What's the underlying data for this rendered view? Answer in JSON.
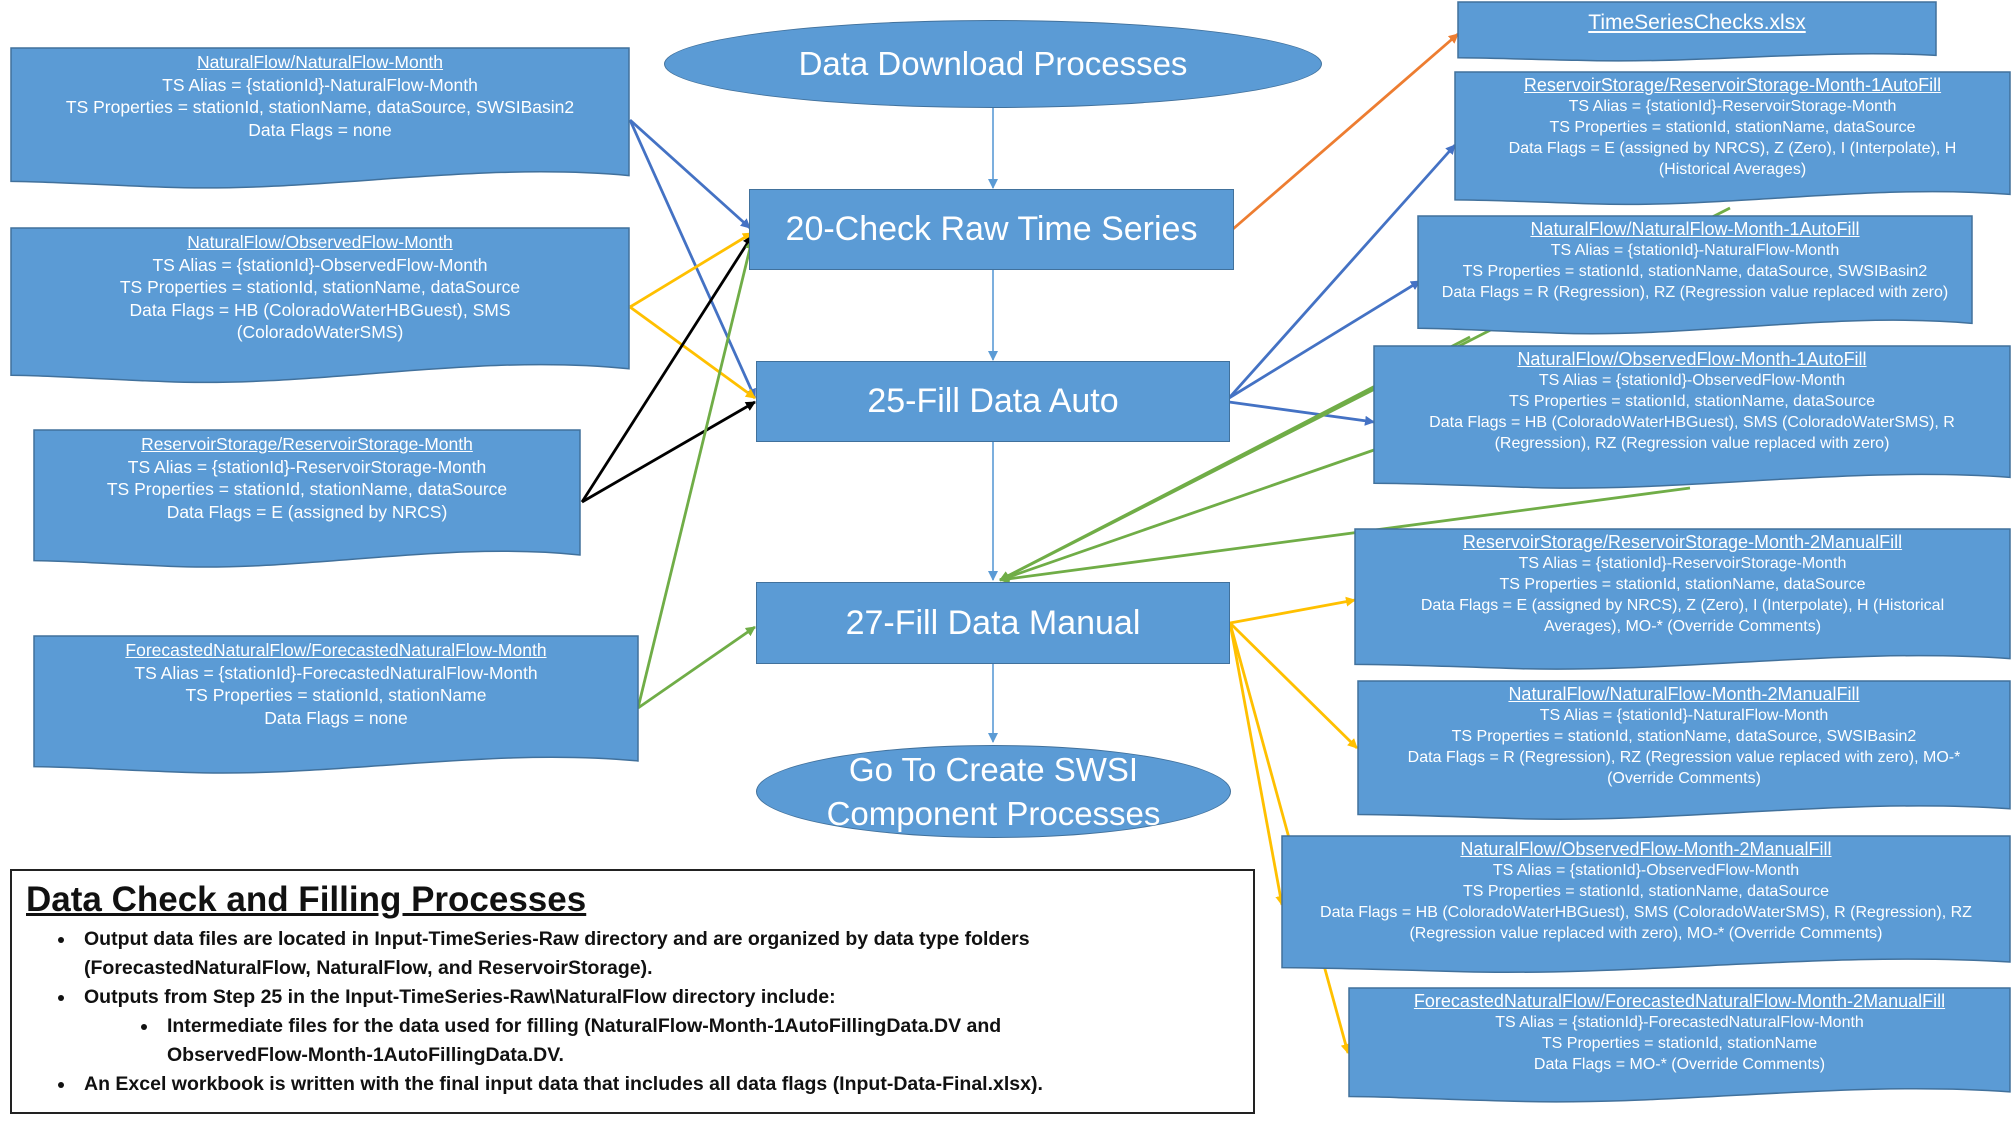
{
  "colors": {
    "box_fill": "#5b9bd5",
    "box_stroke": "#41719c",
    "blue": "#4472c4",
    "gold": "#ffc000",
    "black": "#000000",
    "green": "#70ad47",
    "orange": "#ed7d31"
  },
  "processes": {
    "start": "Data Download Processes",
    "check": "20-Check Raw Time Series",
    "auto": "25-Fill Data Auto",
    "manual": "27-Fill Data Manual",
    "end_line1": "Go To Create SWSI",
    "end_line2": "Component Processes"
  },
  "inputs": {
    "nat": {
      "title": "NaturalFlow/NaturalFlow-Month",
      "alias": "TS Alias = {stationId}-NaturalFlow-Month",
      "props": "TS Properties = stationId, stationName, dataSource, SWSIBasin2",
      "flags": "Data Flags = none"
    },
    "obs": {
      "title": "NaturalFlow/ObservedFlow-Month",
      "alias": "TS Alias = {stationId}-ObservedFlow-Month",
      "props": "TS Properties = stationId, stationName, dataSource",
      "flags": "Data Flags = HB (ColoradoWaterHBGuest), SMS",
      "flags2": "(ColoradoWaterSMS)"
    },
    "res": {
      "title": "ReservoirStorage/ReservoirStorage-Month",
      "alias": "TS Alias = {stationId}-ReservoirStorage-Month",
      "props": "TS Properties = stationId, stationName, dataSource",
      "flags": "Data Flags = E (assigned by NRCS)"
    },
    "fc": {
      "title": "ForecastedNaturalFlow/ForecastedNaturalFlow-Month",
      "alias": "TS Alias = {stationId}-ForecastedNaturalFlow-Month",
      "props": "TS Properties = stationId, stationName",
      "flags": "Data Flags = none"
    }
  },
  "outputs": {
    "checks": {
      "title": "TimeSeriesChecks.xlsx"
    },
    "res_auto": {
      "title": "ReservoirStorage/ReservoirStorage-Month-1AutoFill",
      "alias": "TS Alias = {stationId}-ReservoirStorage-Month",
      "props": "TS Properties = stationId, stationName, dataSource",
      "flags": "Data Flags = E (assigned by NRCS), Z (Zero), I (Interpolate), H",
      "flags2": "(Historical Averages)"
    },
    "nat_auto": {
      "title": "NaturalFlow/NaturalFlow-Month-1AutoFill",
      "alias": "TS Alias = {stationId}-NaturalFlow-Month",
      "props": "TS Properties = stationId, stationName, dataSource, SWSIBasin2",
      "flags": "Data Flags = R (Regression), RZ (Regression value replaced with zero)"
    },
    "obs_auto": {
      "title": "NaturalFlow/ObservedFlow-Month-1AutoFill",
      "alias": "TS Alias = {stationId}-ObservedFlow-Month",
      "props": "TS Properties = stationId, stationName, dataSource",
      "flags": "Data Flags = HB (ColoradoWaterHBGuest), SMS (ColoradoWaterSMS), R",
      "flags2": "(Regression), RZ (Regression value replaced with zero)"
    },
    "res_man": {
      "title": "ReservoirStorage/ReservoirStorage-Month-2ManualFill",
      "alias": "TS Alias = {stationId}-ReservoirStorage-Month",
      "props": "TS Properties = stationId, stationName, dataSource",
      "flags": "Data Flags = E (assigned by NRCS), Z (Zero), I (Interpolate), H (Historical",
      "flags2": "Averages), MO-* (Override Comments)"
    },
    "nat_man": {
      "title": "NaturalFlow/NaturalFlow-Month-2ManualFill",
      "alias": "TS Alias = {stationId}-NaturalFlow-Month",
      "props": "TS Properties = stationId, stationName, dataSource, SWSIBasin2",
      "flags": "Data Flags = R (Regression), RZ (Regression value replaced with zero), MO-*",
      "flags2": "(Override Comments)"
    },
    "obs_man": {
      "title": "NaturalFlow/ObservedFlow-Month-2ManualFill",
      "alias": "TS Alias = {stationId}-ObservedFlow-Month",
      "props": "TS Properties = stationId, stationName, dataSource",
      "flags": "Data Flags = HB (ColoradoWaterHBGuest), SMS (ColoradoWaterSMS), R (Regression), RZ",
      "flags2": "(Regression value replaced with zero), MO-* (Override Comments)"
    },
    "fc_man": {
      "title": "ForecastedNaturalFlow/ForecastedNaturalFlow-Month-2ManualFill",
      "alias": "TS Alias = {stationId}-ForecastedNaturalFlow-Month",
      "props": "TS Properties = stationId, stationName",
      "flags": "Data Flags = MO-* (Override Comments)"
    }
  },
  "notes": {
    "heading": "Data Check and Filling Processes",
    "b1_line1": "Output data files are located in Input-TimeSeries-Raw directory and are organized by data type folders",
    "b1_line2": "(ForecastedNaturalFlow, NaturalFlow, and ReservoirStorage).",
    "b2": "Outputs from Step 25 in the Input-TimeSeries-Raw\\NaturalFlow directory include:",
    "b2a_line1": "Intermediate files for the data used for filling (NaturalFlow-Month-1AutoFillingData.DV and",
    "b2a_line2": "ObservedFlow-Month-1AutoFillingData.DV.",
    "b3": "An Excel workbook is written with the final input data that includes all data flags (Input-Data-Final.xlsx)."
  }
}
